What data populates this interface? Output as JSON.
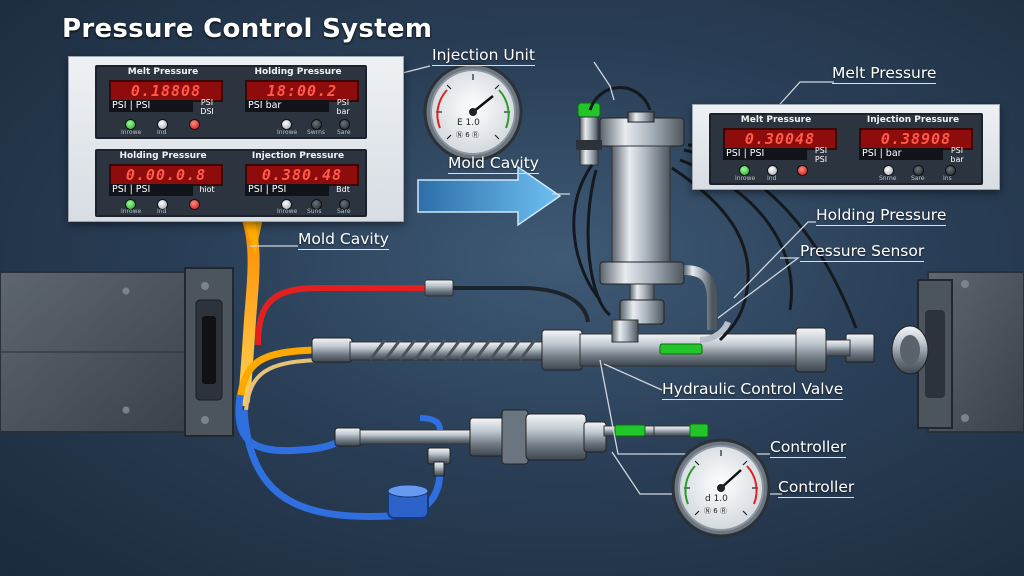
{
  "title": "Pressure Control System",
  "callouts": {
    "injection_unit": "Injection Unit",
    "melt_pressure": "Melt Pressure",
    "mold_cavity_arrow": "Mold Cavity",
    "mold_cavity": "Mold Cavity",
    "holding_pressure": "Holding Pressure",
    "pressure_sensor": "Pressure Sensor",
    "hydraulic_control_valve": "Hydraulic Control Valve",
    "controller_1": "Controller",
    "controller_2": "Controller"
  },
  "panel_left": {
    "module_top": {
      "displays": [
        {
          "label": "Melt Pressure",
          "value": "0.18808",
          "unit": "PSI | PSI",
          "unit2": "PSI\nDSI"
        },
        {
          "label": "Holding Pressure",
          "value": "18:00.2",
          "unit": "PSI bar",
          "unit2": "PSI\nbar"
        }
      ],
      "buttons_left": [
        "green",
        "white",
        "red"
      ],
      "button_texts_left": [
        "Inrowe",
        "Ind"
      ],
      "buttons_right": [
        "white",
        "black",
        "black"
      ],
      "button_texts_right": [
        "Inrowe",
        "Swrns",
        "Sare"
      ]
    },
    "module_bottom": {
      "displays": [
        {
          "label": "Holding Pressure",
          "value": "0.00.0.8",
          "unit": "PSI | PSI",
          "unit2": "hiot"
        },
        {
          "label": "Injection Pressure",
          "value": "0.380.48",
          "unit": "PSI | PSI",
          "unit2": "Bdt"
        }
      ],
      "buttons_left": [
        "green",
        "white",
        "red"
      ],
      "button_texts_left": [
        "Inrowe",
        "Ind"
      ],
      "buttons_right": [
        "white",
        "black",
        "black"
      ],
      "button_texts_right": [
        "Inrowe",
        "Suns",
        "Sare"
      ]
    }
  },
  "panel_right": {
    "displays": [
      {
        "label": "Melt Pressure",
        "value": "0.30048",
        "unit": "PSI | PSI",
        "unit2": "PSI\nPSI"
      },
      {
        "label": "Injection Pressure",
        "value": "0.38908",
        "unit": "PSI | bar",
        "unit2": "PSI\nbar"
      }
    ],
    "buttons_left": [
      "green",
      "white",
      "red"
    ],
    "button_texts_left": [
      "Inrowe",
      "Ind"
    ],
    "buttons_right": [
      "white",
      "black",
      "black"
    ],
    "button_texts_right": [
      "Snrne",
      "Sare",
      "Ins"
    ]
  },
  "gauge_top": {
    "reading": "E 1.0",
    "subtext": "Ⓝ 6 Ⓡ"
  },
  "gauge_bottom": {
    "reading": "d 1.0",
    "subtext": "Ⓝ 6 Ⓡ"
  },
  "colors": {
    "background": "#2a3f57",
    "hot_melt": "#ffb000",
    "red_line": "#e32020",
    "blue_line": "#2f6fe0",
    "green_fitting": "#22c52a",
    "arrow_blue": "#4aa6e6",
    "display_red": "#ff5a4a"
  }
}
